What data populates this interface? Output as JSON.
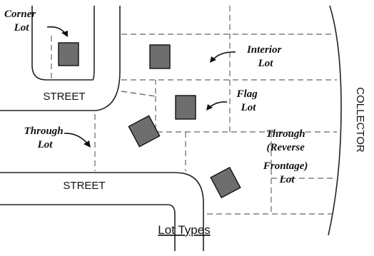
{
  "diagram": {
    "caption": "Lot Types",
    "streets": {
      "upper": "STREET",
      "lower": "STREET",
      "right": "COLLECTOR"
    },
    "lots": {
      "corner": [
        "Corner",
        "Lot"
      ],
      "interior": [
        "Interior",
        "Lot"
      ],
      "flag": [
        "Flag",
        "Lot"
      ],
      "through": [
        "Through",
        "Lot"
      ],
      "through_reverse": [
        "Through",
        "(Reverse",
        "Frontage)",
        "Lot"
      ]
    },
    "colors": {
      "line": "#222222",
      "dash": "#666666",
      "house_fill": "#6e6e6e",
      "house_stroke": "#111111",
      "text": "#111111"
    }
  }
}
